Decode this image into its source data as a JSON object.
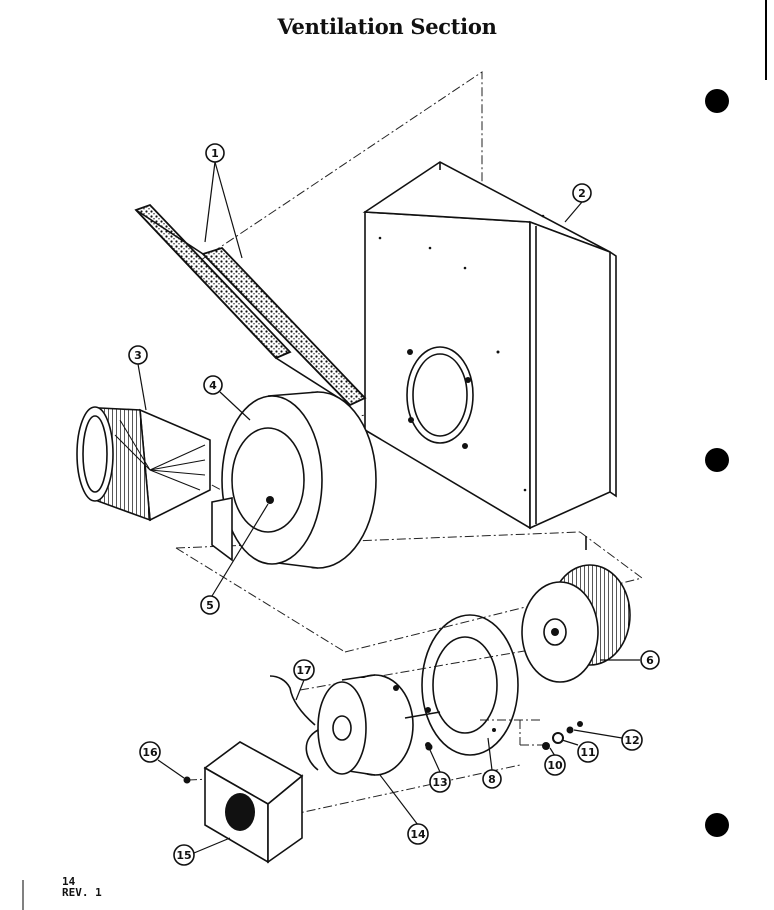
{
  "title": "Ventilation Section",
  "footer": {
    "page": "14",
    "revision": "REV. 1"
  },
  "callouts": [
    "1",
    "2",
    "3",
    "4",
    "5",
    "6",
    "8",
    "10",
    "11",
    "12",
    "13",
    "14",
    "15",
    "16",
    "17"
  ]
}
